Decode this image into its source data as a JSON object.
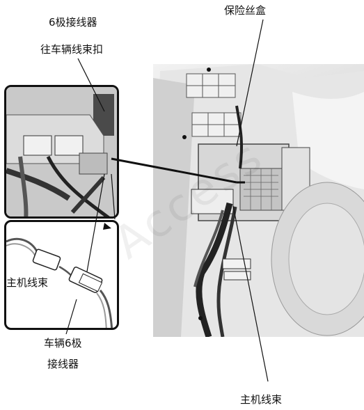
{
  "labels": {
    "connector_6pin": "6极接线器",
    "to_vehicle_harness_clip": "往车辆线束扣",
    "fuse_box": "保险丝盒",
    "main_harness_left": "主机线束",
    "vehicle_6pin": "车辆6极",
    "connector": "接线器",
    "main_harness_bottom": "主机线束"
  },
  "watermark": "Access"
}
